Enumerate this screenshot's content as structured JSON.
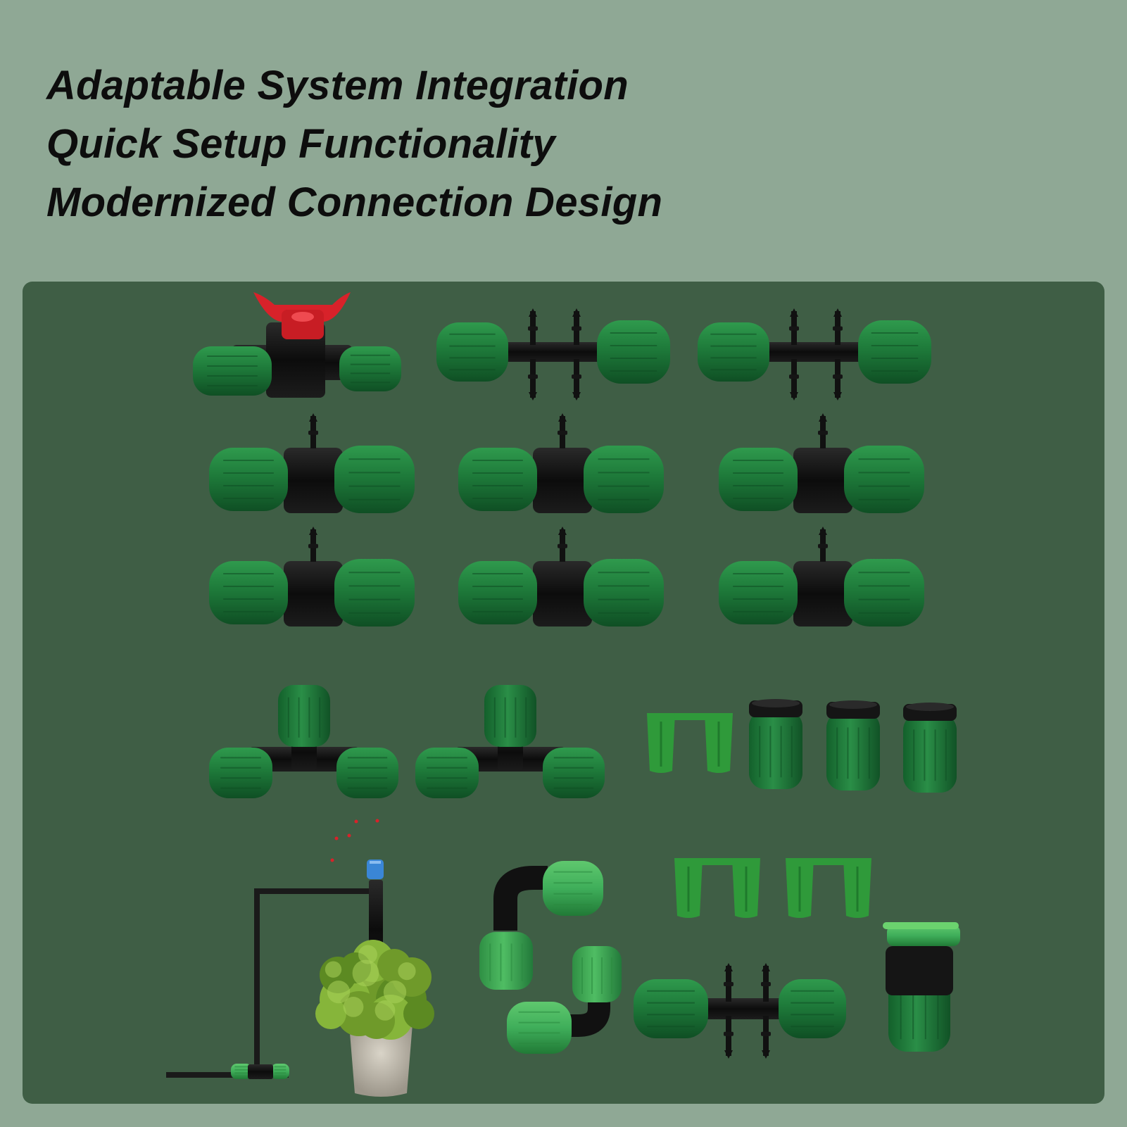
{
  "headings": [
    "Adaptable System Integration",
    "Quick Setup Functionality",
    "Modernized Connection Design"
  ],
  "colors": {
    "background": "#8fa895",
    "panel": "#3f5e45",
    "fitting_green": "#1e7a3a",
    "fitting_green_light": "#3fae5a",
    "fitting_black": "#111111",
    "valve_handle_red": "#d8222a",
    "nozzle_blue": "#3a86d6"
  },
  "product_items": [
    {
      "name": "shutoff-valve",
      "count": 1
    },
    {
      "name": "dual-barb-connector",
      "count": 3
    },
    {
      "name": "single-barb-tee-connector",
      "count": 6
    },
    {
      "name": "tee-connector",
      "count": 2
    },
    {
      "name": "end-plug-pair",
      "count": 3
    },
    {
      "name": "end-cap",
      "count": 3
    },
    {
      "name": "elbow-connector",
      "count": 2
    },
    {
      "name": "hose-adapter",
      "count": 1
    }
  ]
}
